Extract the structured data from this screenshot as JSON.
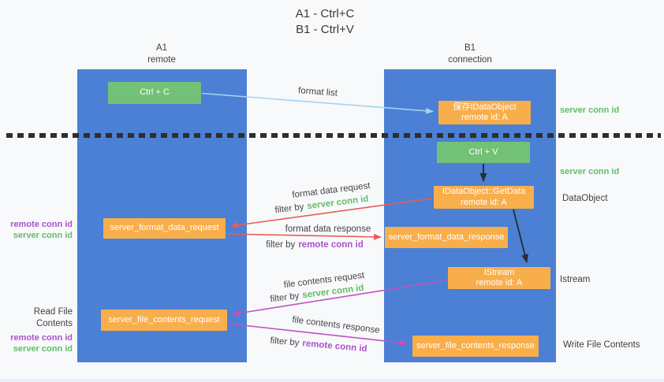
{
  "title": {
    "line1": "A1 - Ctrl+C",
    "line2": "B1 - Ctrl+V"
  },
  "lanes": {
    "left": {
      "name": "A1",
      "role": "remote"
    },
    "right": {
      "name": "B1",
      "role": "connection"
    }
  },
  "nodes": {
    "ctrl_c": {
      "label": "Ctrl + C"
    },
    "ctrl_v": {
      "label": "Ctrl + V"
    },
    "save_dataobject": {
      "line1": "保存IDataObject",
      "line2": "remote id: A"
    },
    "getdata": {
      "line1": "IDataObject::GetData",
      "line2": "remote id: A"
    },
    "format_request": {
      "label": "server_format_data_request"
    },
    "format_response": {
      "label": "server_format_data_response"
    },
    "istream": {
      "line1": "IStream",
      "line2": "remote id: A"
    },
    "file_request": {
      "label": "server_file_contents_request"
    },
    "file_response": {
      "label": "server_file_contents_response"
    }
  },
  "arrows": {
    "format_list": {
      "label": "format list"
    },
    "format_data_request": {
      "label": "format data request",
      "filter_prefix": "filter by",
      "filter_key": "server conn id"
    },
    "format_data_response": {
      "label": "format data response",
      "filter_prefix": "filter by",
      "filter_key": "remote conn id"
    },
    "file_contents_request": {
      "label": "file contents request",
      "filter_prefix": "filter by",
      "filter_key": "server conn id"
    },
    "file_contents_response": {
      "label": "file contents response",
      "filter_prefix": "filter by",
      "filter_key": "remote conn id"
    }
  },
  "annotations": {
    "left_format_remote": "remote conn id",
    "left_format_server": "server conn id",
    "read_file_contents": "Read File Contents",
    "left_file_remote": "remote conn id",
    "left_file_server": "server conn id",
    "right_server_conn_top": "server conn id",
    "right_server_conn_mid": "server conn id",
    "dataobject": "DataObject",
    "istream": "Istream",
    "write_file_contents": "Write File Contents"
  },
  "colors": {
    "lane_blue": "#4b80d4",
    "node_green": "#73c077",
    "node_orange": "#f9ae4c",
    "arrow_red": "#e95c55",
    "arrow_magenta": "#c053c0",
    "arrow_lightblue": "#a5d3f3",
    "arrow_black": "#2b2b2b",
    "text_green": "#62bd68",
    "text_purple": "#ac50cc"
  }
}
